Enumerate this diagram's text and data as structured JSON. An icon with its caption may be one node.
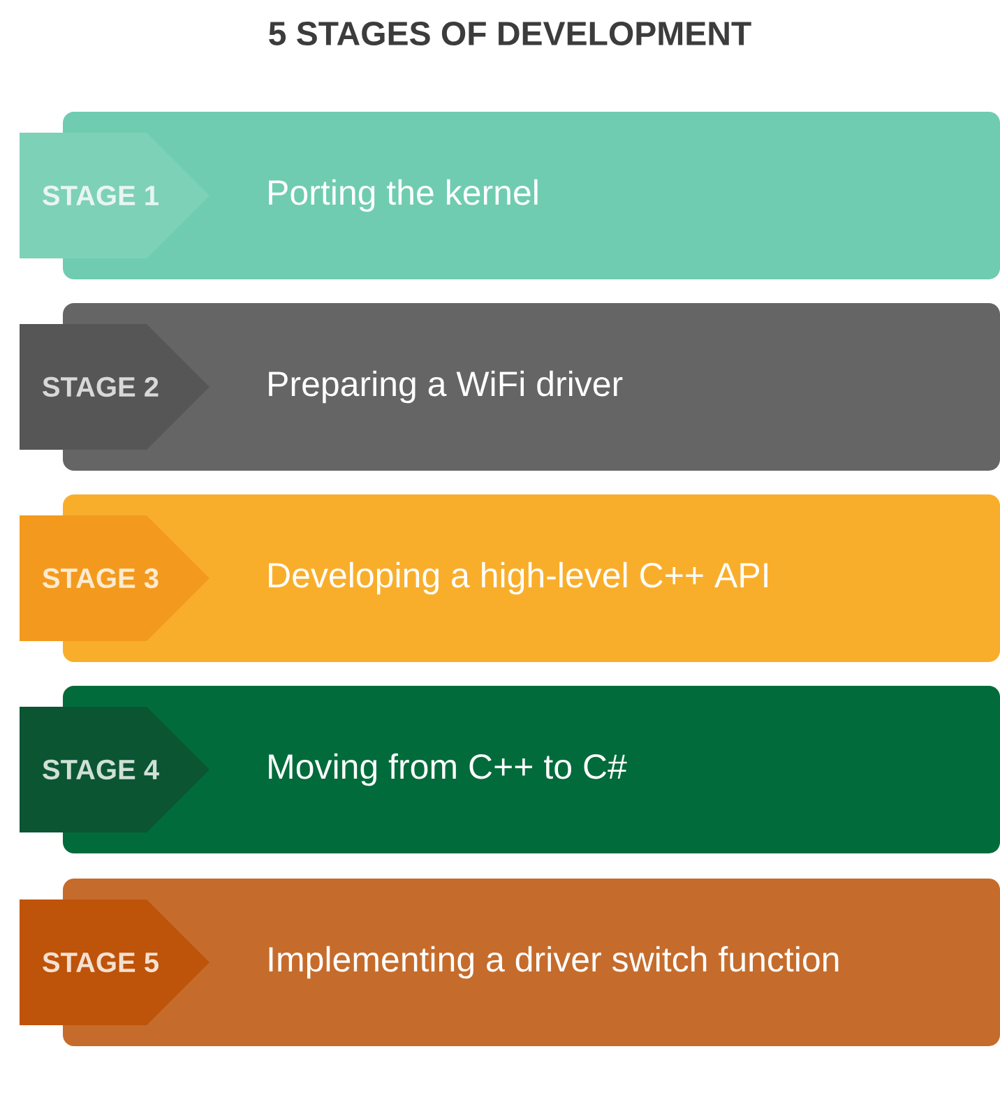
{
  "diagram": {
    "title": "5 STAGES OF DEVELOPMENT",
    "nodes": [
      {
        "text": [
          "STAGE 1",
          "Porting the kernel"
        ]
      },
      {
        "text": [
          "STAGE 2",
          "Preparing a WiFi driver"
        ]
      },
      {
        "text": [
          "STAGE 3",
          "Developing a high-level C++ API"
        ]
      },
      {
        "text": [
          "STAGE 4",
          "Moving from C++ to C#"
        ]
      },
      {
        "text": [
          "STAGE 5",
          "Implementing a driver switch function"
        ]
      }
    ]
  }
}
